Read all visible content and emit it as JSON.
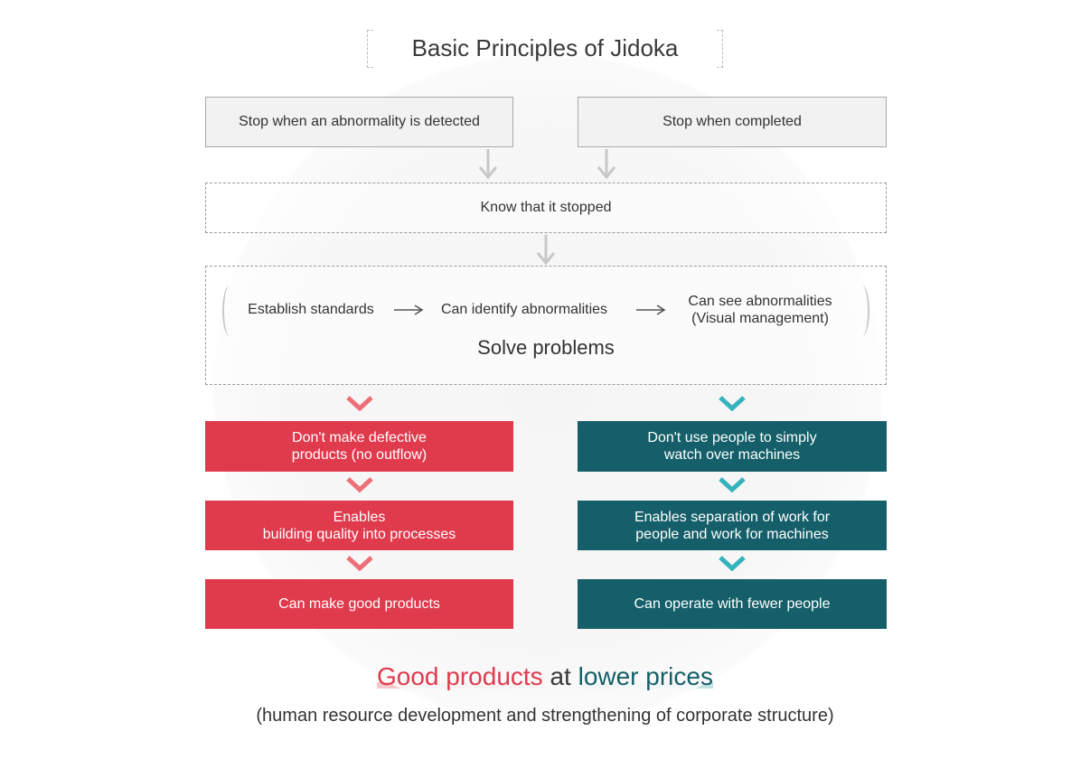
{
  "title": "Basic Principles of Jidoka",
  "triggers": {
    "left": "Stop when an abnormality is detected",
    "right": "Stop when completed"
  },
  "know_stopped": "Know that it stopped",
  "process": {
    "step1": "Establish standards",
    "step2": "Can identify abnormalities",
    "step3": "Can see abnormalities\n(Visual management)",
    "label": "Solve problems"
  },
  "left_column": [
    "Don't make defective\nproducts (no outflow)",
    "Enables\nbuilding quality into processes",
    "Can make good products"
  ],
  "right_column": [
    "Don't use people to simply\nwatch over machines",
    "Enables separation of work for\npeople and work for machines",
    "Can operate with fewer people"
  ],
  "conclusion": {
    "part1": "Good products",
    "part2": " at ",
    "part3": "lower prices"
  },
  "subtitle": "(human resource development and strengthening of corporate structure)",
  "colors": {
    "red": "#e03a4d",
    "teal": "#145f69",
    "red_chevron": "#ef6f78",
    "teal_chevron": "#35b3bd",
    "gray_arrow": "#c8c8c8"
  }
}
